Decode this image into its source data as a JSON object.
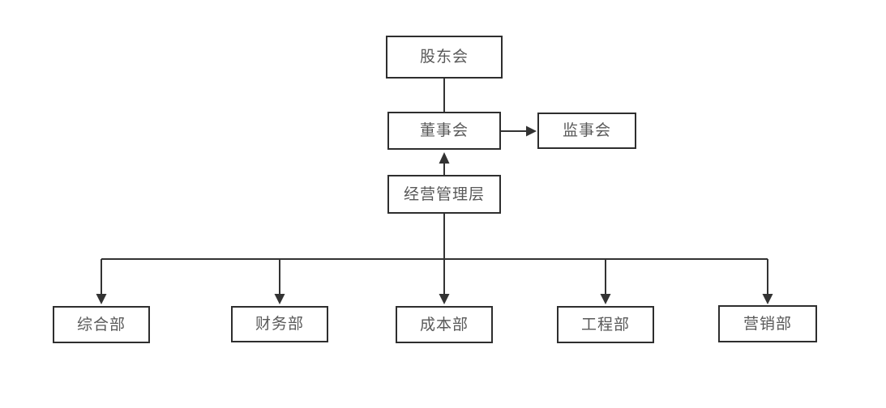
{
  "diagram": {
    "type": "org-chart",
    "nodes": [
      {
        "id": "shareholders",
        "label": "股东会"
      },
      {
        "id": "board",
        "label": "董事会"
      },
      {
        "id": "supervisory",
        "label": "监事会"
      },
      {
        "id": "management",
        "label": "经营管理层"
      },
      {
        "id": "general",
        "label": "综合部"
      },
      {
        "id": "finance",
        "label": "财务部"
      },
      {
        "id": "cost",
        "label": "成本部"
      },
      {
        "id": "engineering",
        "label": "工程部"
      },
      {
        "id": "marketing",
        "label": "营销部"
      }
    ],
    "edges": [
      {
        "from": "股东会",
        "to": "董事会",
        "arrow": "none"
      },
      {
        "from": "董事会",
        "to": "监事会",
        "arrow": "to"
      },
      {
        "from": "经营管理层",
        "to": "董事会",
        "arrow": "to"
      },
      {
        "from": "经营管理层",
        "to": "综合部",
        "arrow": "to"
      },
      {
        "from": "经营管理层",
        "to": "财务部",
        "arrow": "to"
      },
      {
        "from": "经营管理层",
        "to": "成本部",
        "arrow": "to"
      },
      {
        "from": "经营管理层",
        "to": "工程部",
        "arrow": "to"
      },
      {
        "from": "经营管理层",
        "to": "营销部",
        "arrow": "to"
      }
    ],
    "colors": {
      "border": "#2e2e2e",
      "text": "#595959",
      "line": "#333333",
      "background": "#ffffff"
    }
  }
}
